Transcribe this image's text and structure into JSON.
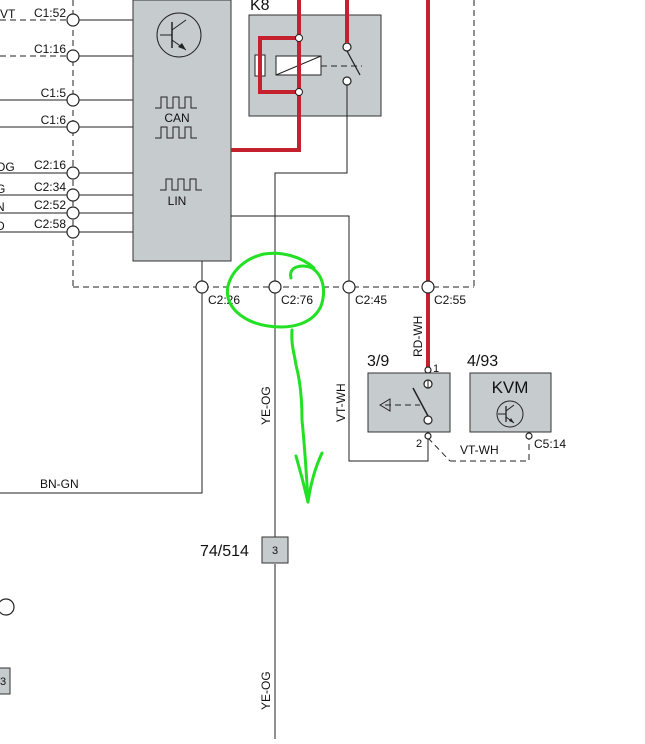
{
  "module": {
    "can_label": "CAN",
    "lin_label": "LIN"
  },
  "left_wires": [
    {
      "wire": "VT",
      "pin": "C1:52"
    },
    {
      "wire": "",
      "pin": "C1:16"
    },
    {
      "wire": "",
      "pin": "C1:5"
    },
    {
      "wire": "",
      "pin": "C1:6"
    },
    {
      "wire": "OG",
      "pin": "C2:16"
    },
    {
      "wire": "G",
      "pin": "C2:34"
    },
    {
      "wire": "N",
      "pin": "C2:52"
    },
    {
      "wire": "D",
      "pin": "C2:58"
    }
  ],
  "bottom_pins": [
    "C2:26",
    "C2:76",
    "C2:45",
    "C2:55"
  ],
  "relay": {
    "label": "K8"
  },
  "wires": {
    "rd_wh": "RD-WH",
    "ye_og_upper": "YE-OG",
    "ye_og_lower": "YE-OG",
    "vt_wh_vertical": "VT-WH",
    "vt_wh_horizontal": "VT-WH",
    "bn_gn": "BN-GN"
  },
  "switch_component": {
    "label": "3/9",
    "pin_top": "1",
    "pin_bottom": "2"
  },
  "kvm_component": {
    "ref": "4/93",
    "label": "KVM",
    "pin": "C5:14"
  },
  "connector": {
    "label": "74/514",
    "pin": "3"
  },
  "edge_box_label": "3"
}
